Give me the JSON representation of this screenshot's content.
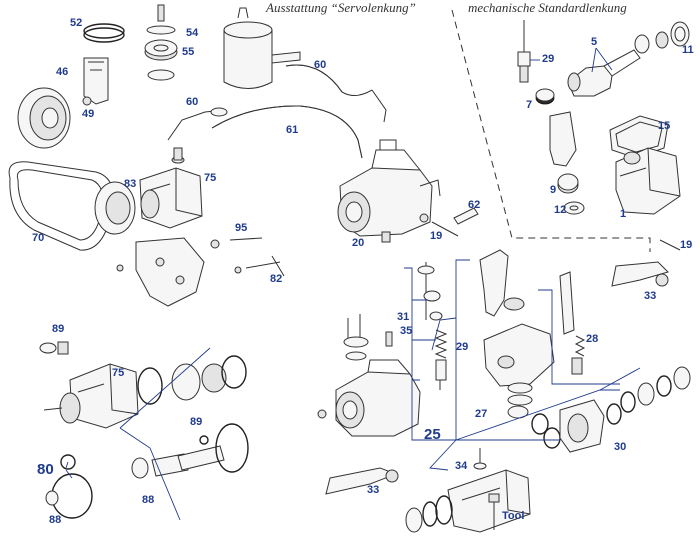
{
  "headers": {
    "power_steering": "Ausstattung “Servolenkung”",
    "manual_steering": "mechanische Standardlenkung"
  },
  "callouts": [
    {
      "id": "c52",
      "text": "52"
    },
    {
      "id": "c54",
      "text": "54"
    },
    {
      "id": "c55",
      "text": "55"
    },
    {
      "id": "c46",
      "text": "46"
    },
    {
      "id": "c49",
      "text": "49"
    },
    {
      "id": "c60a",
      "text": "60"
    },
    {
      "id": "c60b",
      "text": "60"
    },
    {
      "id": "c61",
      "text": "61"
    },
    {
      "id": "c83",
      "text": "83"
    },
    {
      "id": "c75a",
      "text": "75"
    },
    {
      "id": "c70",
      "text": "70"
    },
    {
      "id": "c95",
      "text": "95"
    },
    {
      "id": "c82",
      "text": "82"
    },
    {
      "id": "c62",
      "text": "62"
    },
    {
      "id": "c20",
      "text": "20"
    },
    {
      "id": "c19a",
      "text": "19"
    },
    {
      "id": "c5",
      "text": "5"
    },
    {
      "id": "c11",
      "text": "11"
    },
    {
      "id": "c29a",
      "text": "29"
    },
    {
      "id": "c7",
      "text": "7"
    },
    {
      "id": "c15",
      "text": "15"
    },
    {
      "id": "c9",
      "text": "9"
    },
    {
      "id": "c12",
      "text": "12"
    },
    {
      "id": "c1",
      "text": "1"
    },
    {
      "id": "c19b",
      "text": "19"
    },
    {
      "id": "c33a",
      "text": "33"
    },
    {
      "id": "c89a",
      "text": "89"
    },
    {
      "id": "c75b",
      "text": "75"
    },
    {
      "id": "c31",
      "text": "31"
    },
    {
      "id": "c35",
      "text": "35"
    },
    {
      "id": "c29b",
      "text": "29"
    },
    {
      "id": "c28",
      "text": "28"
    },
    {
      "id": "c27",
      "text": "27"
    },
    {
      "id": "c25",
      "text": "25"
    },
    {
      "id": "c30",
      "text": "30"
    },
    {
      "id": "c89b",
      "text": "89"
    },
    {
      "id": "c80",
      "text": "80"
    },
    {
      "id": "c88a",
      "text": "88"
    },
    {
      "id": "c88b",
      "text": "88"
    },
    {
      "id": "c34",
      "text": "34"
    },
    {
      "id": "c33b",
      "text": "33"
    },
    {
      "id": "ctool",
      "text": "Tool"
    }
  ],
  "colors": {
    "callout": "#1f3b8c",
    "ink": "#333333"
  }
}
